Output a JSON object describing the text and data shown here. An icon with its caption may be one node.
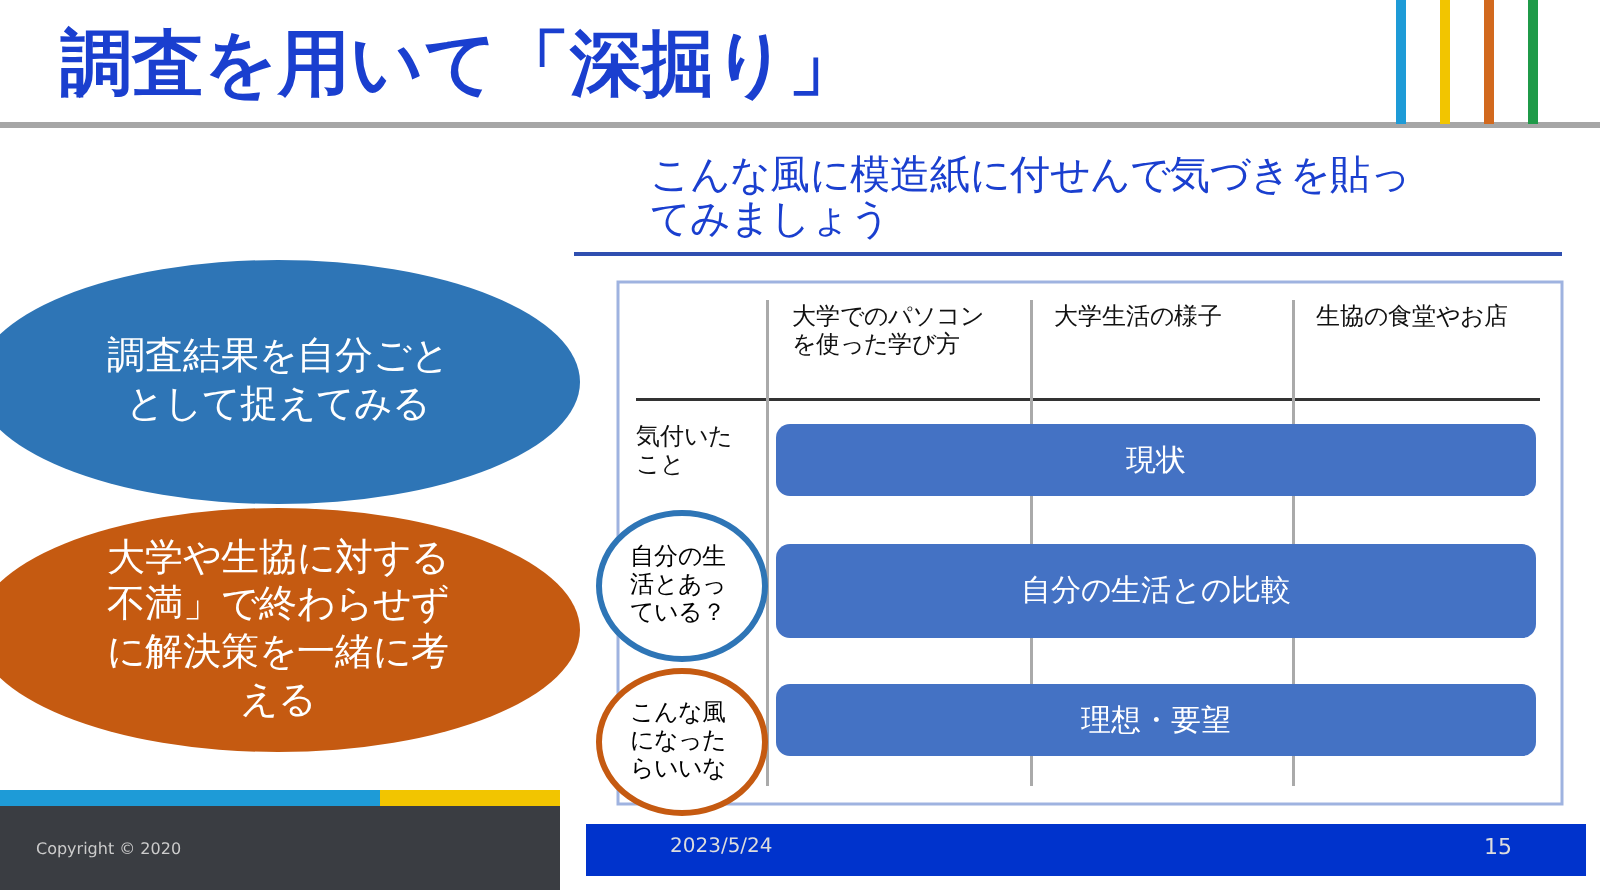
{
  "diagram": {
    "title": "調査を用いて「深掘り」",
    "nodes": [
      {
        "text": [
          "調査結果を自分ごととして捉えてみる"
        ]
      },
      {
        "text": [
          "大学や生協に対する不満」で終わらせずに解決策を一緒に考える"
        ]
      },
      {
        "text": [
          "自分の生活とあっている？"
        ]
      },
      {
        "text": [
          "こんな風になったらいいな"
        ]
      },
      {
        "text": [
          "現状"
        ]
      },
      {
        "text": [
          "自分の生活との比較"
        ]
      },
      {
        "text": [
          "理想・要望"
        ]
      }
    ],
    "edges": [],
    "labels": [
      "こんな風に模造紙に付せんで気づきを貼ってみましょう",
      "大学でのパソコンを使った学び方",
      "大学生活の様子",
      "生協の食堂やお店",
      "気付いたこと",
      "Copyright © 2020",
      "2023/5/24",
      "15"
    ]
  }
}
